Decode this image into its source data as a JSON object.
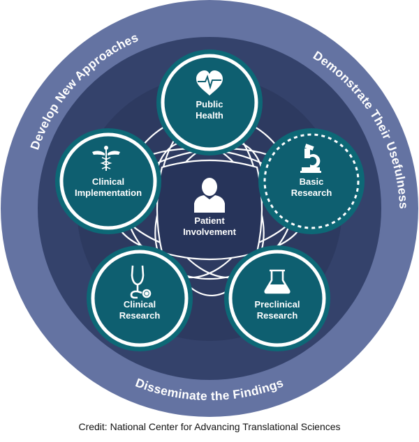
{
  "diagram": {
    "title": "Translational Science Spectrum",
    "outer_ring_labels": [
      {
        "id": "develop",
        "text": "Develop New Approaches"
      },
      {
        "id": "demonstrate",
        "text": "Demonstrate Their Usefulness"
      },
      {
        "id": "disseminate",
        "text": "Disseminate the Findings"
      }
    ],
    "center": {
      "line1": "Patient",
      "line2": "Involvement",
      "icon": "person-icon"
    },
    "nodes": [
      {
        "id": "public-health",
        "line1": "Public",
        "line2": "Health",
        "icon": "heart-pulse-icon",
        "border": "solid"
      },
      {
        "id": "basic-research",
        "line1": "Basic",
        "line2": "Research",
        "icon": "microscope-icon",
        "border": "dashed"
      },
      {
        "id": "preclinical-research",
        "line1": "Preclinical",
        "line2": "Research",
        "icon": "flask-icon",
        "border": "solid"
      },
      {
        "id": "clinical-research",
        "line1": "Clinical",
        "line2": "Research",
        "icon": "stethoscope-icon",
        "border": "solid"
      },
      {
        "id": "clinical-implementation",
        "line1": "Clinical",
        "line2": "Implementation",
        "icon": "caduceus-icon",
        "border": "solid"
      }
    ],
    "colors": {
      "outer_ring": "#6473a2",
      "middle_ring": "#34426b",
      "inner_ring": "#2d3a60",
      "core": "#27345a",
      "node_fill": "#0e5f70",
      "node_rim": "#0d6876",
      "line": "#ffffff"
    }
  },
  "credit": "Credit: National Center for Advancing Translational Sciences"
}
